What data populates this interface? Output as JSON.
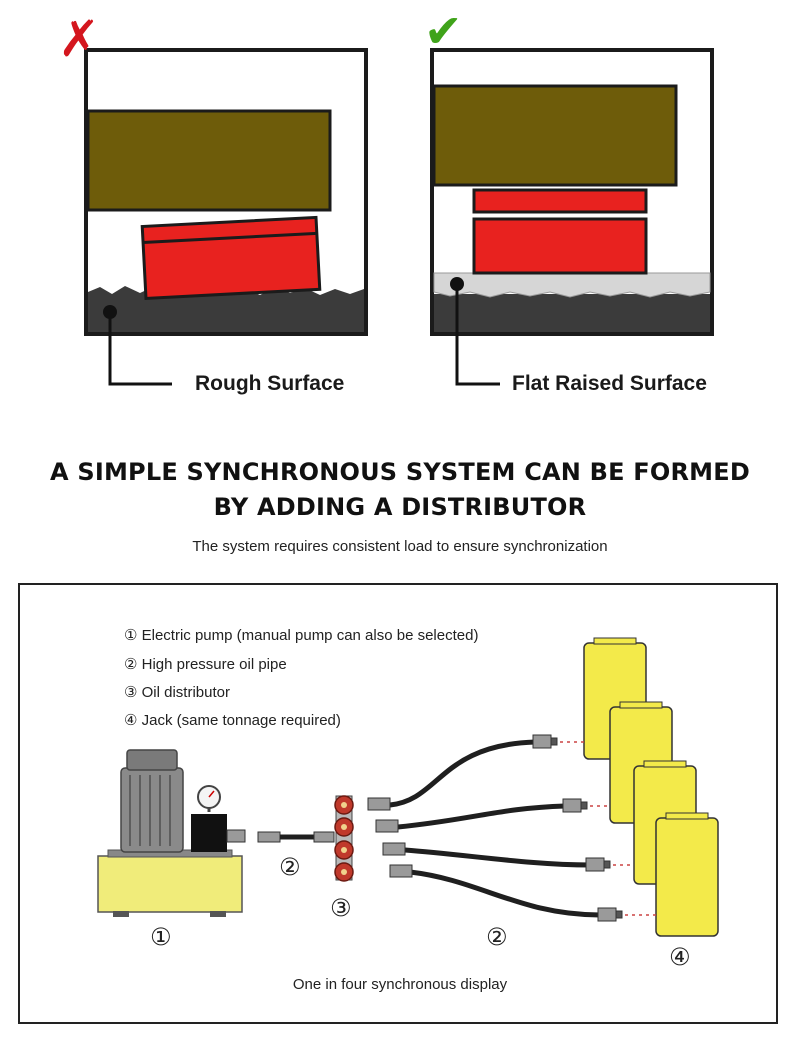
{
  "comparison": {
    "left_label": "Rough Surface",
    "right_label": "Flat Raised Surface",
    "left_mark_icon": "cross-mark-icon",
    "right_mark_icon": "check-mark-icon",
    "colors": {
      "beam": "#6e5c0a",
      "jack": "#e8221f",
      "ground": "#3a3a3a",
      "raised_pad": "#d8d8d8"
    }
  },
  "heading": {
    "line1": "A SIMPLE SYNCHRONOUS SYSTEM CAN BE FORMED",
    "line2": "BY ADDING A DISTRIBUTOR",
    "subtitle": "The system requires consistent load to ensure synchronization"
  },
  "system": {
    "legend": [
      "① Electric pump (manual pump can also be selected)",
      "② High pressure oil pipe",
      "③ Oil distributor",
      "④ Jack (same tonnage required)"
    ],
    "markers": {
      "pump": "①",
      "pipe_in": "②",
      "distributor": "③",
      "pipe_out": "②",
      "jack": "④"
    },
    "caption": "One in four synchronous display",
    "colors": {
      "pump_base": "#f0ec7a",
      "motor": "#8a8a8a",
      "jack": "#f3ea4a",
      "valve": "#c0392b",
      "hose": "#222222"
    }
  }
}
